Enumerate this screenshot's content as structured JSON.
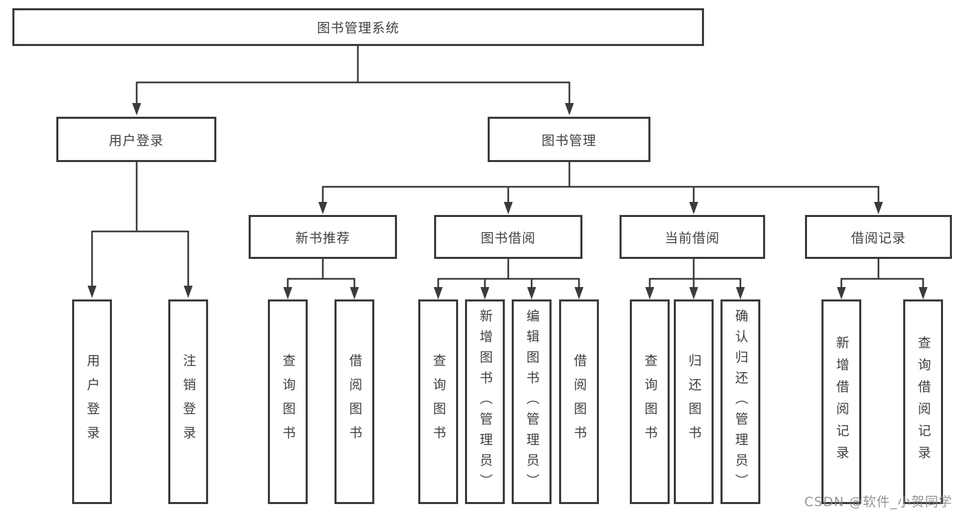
{
  "tree": {
    "label": "图书管理系统",
    "children": [
      {
        "label": "用户登录",
        "children": [
          {
            "label": "用户登录"
          },
          {
            "label": "注销登录"
          }
        ]
      },
      {
        "label": "图书管理",
        "children": [
          {
            "label": "新书推荐",
            "children": [
              {
                "label": "查询图书"
              },
              {
                "label": "借阅图书"
              }
            ]
          },
          {
            "label": "图书借阅",
            "children": [
              {
                "label": "查询图书"
              },
              {
                "label": "新增图书（管理员）"
              },
              {
                "label": "编辑图书（管理员）"
              },
              {
                "label": "借阅图书"
              }
            ]
          },
          {
            "label": "当前借阅",
            "children": [
              {
                "label": "查询图书"
              },
              {
                "label": "归还图书"
              },
              {
                "label": "确认归还（管理员）"
              }
            ]
          },
          {
            "label": "借阅记录",
            "children": [
              {
                "label": "新增借阅记录"
              },
              {
                "label": "查询借阅记录"
              }
            ]
          }
        ]
      }
    ]
  },
  "watermark": "CSDN @软件_小贺同学",
  "colors": {
    "line": "#3b3b3b",
    "text": "#3f3f3f",
    "box_background": "#ffffff",
    "watermark": "#828282"
  }
}
